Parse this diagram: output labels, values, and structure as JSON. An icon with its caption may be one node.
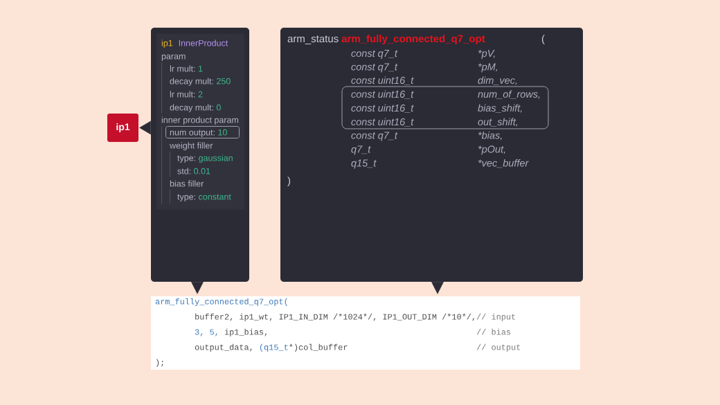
{
  "diagram": {
    "nodes": [
      {
        "text": [
          "ip1"
        ]
      },
      {
        "text": [
          "ip1",
          "InnerProduct",
          "param",
          "lr mult:",
          "1",
          "decay mult:",
          "250",
          "lr mult:",
          "2",
          "decay mult:",
          "0",
          "inner product param",
          "weight filler",
          "type:",
          "gaussian",
          "std:",
          "0.01",
          "bias filler",
          "type:",
          "constant"
        ]
      },
      {
        "text": [
          "num output:",
          "10"
        ],
        "in": 1
      },
      {
        "text": [
          "arm_status",
          "arm_fully_connected_q7_opt",
          "(",
          "const q7_t",
          "*pV,",
          "const q7_t",
          "*pM,",
          "const uint16_t",
          "dim_vec,",
          "const q7_t",
          "*bias,",
          "q7_t",
          "*pOut,",
          "q15_t",
          "*vec_buffer",
          ")"
        ]
      },
      {
        "text": [
          "const uint16_t",
          "num_of_rows,",
          "const uint16_t",
          "bias_shift,",
          "const uint16_t",
          "out_shift,"
        ],
        "in": 3
      },
      {
        "text": [
          "arm_fully_connected_q7_opt(",
          "buffer2, ip1_wt, IP1_IN_DIM",
          "/*1024",
          "*/,",
          "IP1_OUT_DIM",
          "/*10",
          "*/,",
          "// input",
          "3, 5,",
          "ip1_bias,",
          "// bias",
          "output_data,",
          "(q15_t",
          "*)col_buffer",
          "// output",
          ");"
        ]
      }
    ],
    "edges": [
      {
        "from": 1,
        "to": 0,
        "arrow": "to"
      },
      {
        "from": 1,
        "to": 5,
        "arrow": "to"
      },
      {
        "from": 3,
        "to": 5,
        "arrow": "to"
      }
    ]
  }
}
